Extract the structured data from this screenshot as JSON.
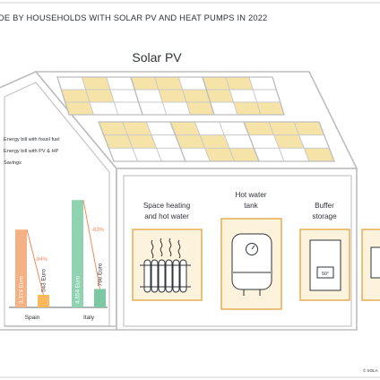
{
  "header": {
    "title": "DE BY HOUSEHOLDS WITH SOLAR PV AND HEAT PUMPS IN 2022"
  },
  "roof": {
    "label": "Solar PV"
  },
  "legend": {
    "items": [
      {
        "label": "Energy bill with fossil fuel",
        "color": "#f4b183"
      },
      {
        "label": "Energy bill with PV & HP",
        "color": "#8fd3b1"
      },
      {
        "label": "Savings",
        "color": "#f08a5d"
      }
    ]
  },
  "chart_data": {
    "type": "bar",
    "categories": [
      "Spain",
      "Italy"
    ],
    "series": [
      {
        "name": "Energy bill with fossil fuel",
        "values": [
          3374,
          4654
        ],
        "labels": [
          "3,374 Euro",
          "4,654 Euro"
        ],
        "color": "#f4b183"
      },
      {
        "name": "Energy bill with PV & HP",
        "values": [
          543,
          798
        ],
        "labels": [
          "543 Euro",
          "798 Euro"
        ],
        "color": "#fdb85c"
      }
    ],
    "savings_labels": [
      "-84%",
      "-83%"
    ],
    "ylim": [
      0,
      4700
    ]
  },
  "components": {
    "space_heating": "Space heating\nand hot water",
    "hot_water_tank": "Hot water\ntank",
    "buffer_storage": "Buffer\nstorage",
    "thermostat_display": "50°"
  },
  "footer": {
    "credit": "© SOLA"
  },
  "colors": {
    "panel_yellow": "#f6e3a8",
    "appliance_fill": "#fdf3dc",
    "appliance_stroke": "#e4a94a",
    "roof_stroke": "#bdbdbd",
    "text": "#2f3437"
  }
}
